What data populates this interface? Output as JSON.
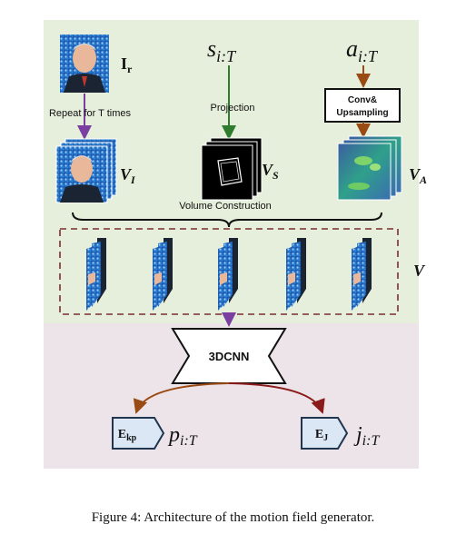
{
  "figure": {
    "caption": "Figure 4: Architecture of the motion field generator.",
    "colors": {
      "top_panel_bg": "#e6eedc",
      "bottom_panel_bg": "#ece4e8",
      "purple_arrow": "#7a3fa0",
      "green_arrow": "#2e7d2e",
      "brown_arrow": "#9a4b14",
      "dark_red_arrow": "#8b1a1a",
      "dashed_box": "#7a2e2e",
      "encoder_fill": "#dbe7f5",
      "encoder_stroke": "#1f3550"
    }
  },
  "inputs": {
    "ref_image_label": "I",
    "ref_image_sub": "r",
    "shape_seq_label": "s",
    "shape_seq_sub": "i:T",
    "audio_seq_label": "a",
    "audio_seq_sub": "i:T"
  },
  "ops": {
    "repeat_text": "Repeat for T times",
    "projection_text": "Projection",
    "conv_line1": "Conv&",
    "conv_line2": "Upsampling",
    "volume_construction": "Volume Construction",
    "cnn_label": "3DCNN"
  },
  "volumes": {
    "v_i_label": "V",
    "v_i_sub": "I",
    "v_s_label": "V",
    "v_s_sub": "S",
    "v_a_label": "V",
    "v_a_sub": "A",
    "v_label": "V"
  },
  "outputs": {
    "ekp_label": "E",
    "ekp_sub": "kp",
    "p_label": "p",
    "p_sub": "i:T",
    "ej_label": "E",
    "ej_sub": "J",
    "j_label": "j",
    "j_sub": "i:T"
  }
}
